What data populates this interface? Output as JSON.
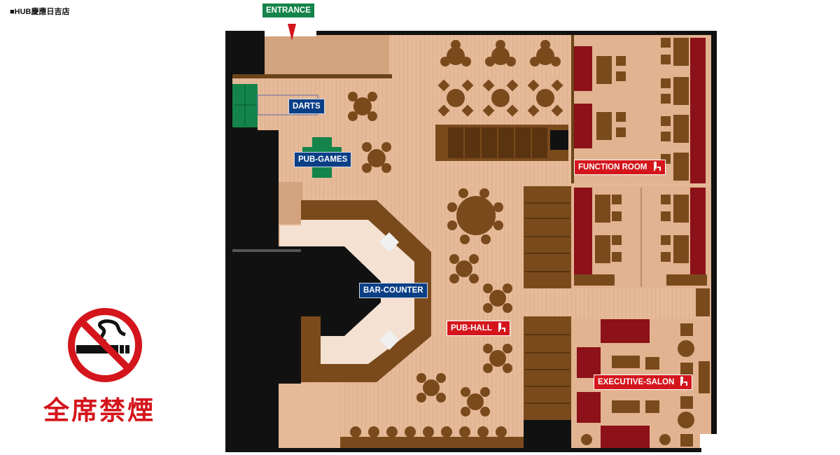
{
  "store_title": "■HUB慶應日吉店",
  "areas": {
    "entrance": "ENTRANCE",
    "darts": "DARTS",
    "pub_games": "PUB-GAMES",
    "bar_counter": "BAR-COUNTER",
    "pub_hall": "PUB-HALL",
    "function_room": "FUNCTION ROOM",
    "executive_salon": "EXECUTIVE-SALON"
  },
  "no_smoking_text": "全席禁煙",
  "icons": {
    "no_smoking": "no-smoking-icon",
    "seat": "chair-person-icon",
    "entrance_arrow": "arrow-down-icon"
  },
  "colors": {
    "floor": "#e5b898",
    "wall": "#111111",
    "furniture": "#6a4418",
    "sofa": "#8c1118",
    "label_blue": "#0a3f86",
    "label_red": "#d4151c",
    "label_green": "#14844a"
  }
}
